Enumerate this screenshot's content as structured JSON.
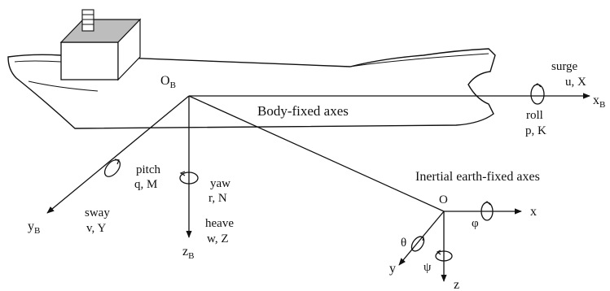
{
  "diagram": {
    "body_axes_title": "Body-fixed axes",
    "inertial_axes_title": "Inertial earth-fixed axes",
    "body_origin": {
      "main": "O",
      "sub": "B"
    },
    "inertial_origin": "O",
    "axes": {
      "xB": {
        "main": "x",
        "sub": "B"
      },
      "yB": {
        "main": "y",
        "sub": "B"
      },
      "zB": {
        "main": "z",
        "sub": "B"
      },
      "x": "x",
      "y": "y",
      "z": "z"
    },
    "motions": {
      "surge": {
        "name": "surge",
        "vars": "u, X"
      },
      "roll": {
        "name": "roll",
        "vars": "p, K"
      },
      "pitch": {
        "name": "pitch",
        "vars": "q, M"
      },
      "yaw": {
        "name": "yaw",
        "vars": "r, N"
      },
      "sway": {
        "name": "sway",
        "vars": "v, Y"
      },
      "heave": {
        "name": "heave",
        "vars": "w, Z"
      }
    },
    "angles": {
      "phi": "φ",
      "theta": "θ",
      "psi": "ψ"
    }
  }
}
